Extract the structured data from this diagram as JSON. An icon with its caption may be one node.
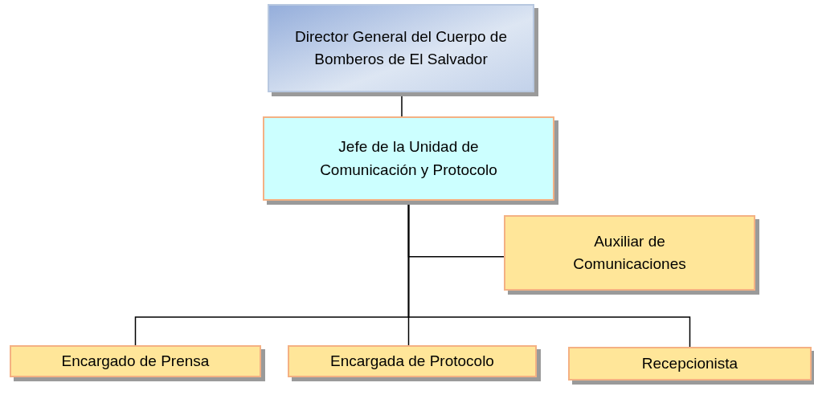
{
  "diagram": {
    "nodes": [
      {
        "text": [
          "Director General del Cuerpo de Bomberos de El Salvador"
        ]
      },
      {
        "text": [
          "Jefe de la Unidad de Comunicación y Protocolo"
        ]
      },
      {
        "text": [
          "Auxiliar de Comunicaciones"
        ]
      },
      {
        "text": [
          "Encargado de Prensa"
        ]
      },
      {
        "text": [
          "Encargada de Protocolo"
        ]
      },
      {
        "text": [
          "Recepcionista"
        ]
      }
    ],
    "edges": [
      {
        "from": 0,
        "to": 1,
        "arrow": "none"
      },
      {
        "from": 1,
        "to": 2,
        "arrow": "none"
      },
      {
        "from": 1,
        "to": 3,
        "arrow": "none"
      },
      {
        "from": 1,
        "to": 4,
        "arrow": "none"
      },
      {
        "from": 1,
        "to": 5,
        "arrow": "none"
      }
    ]
  }
}
